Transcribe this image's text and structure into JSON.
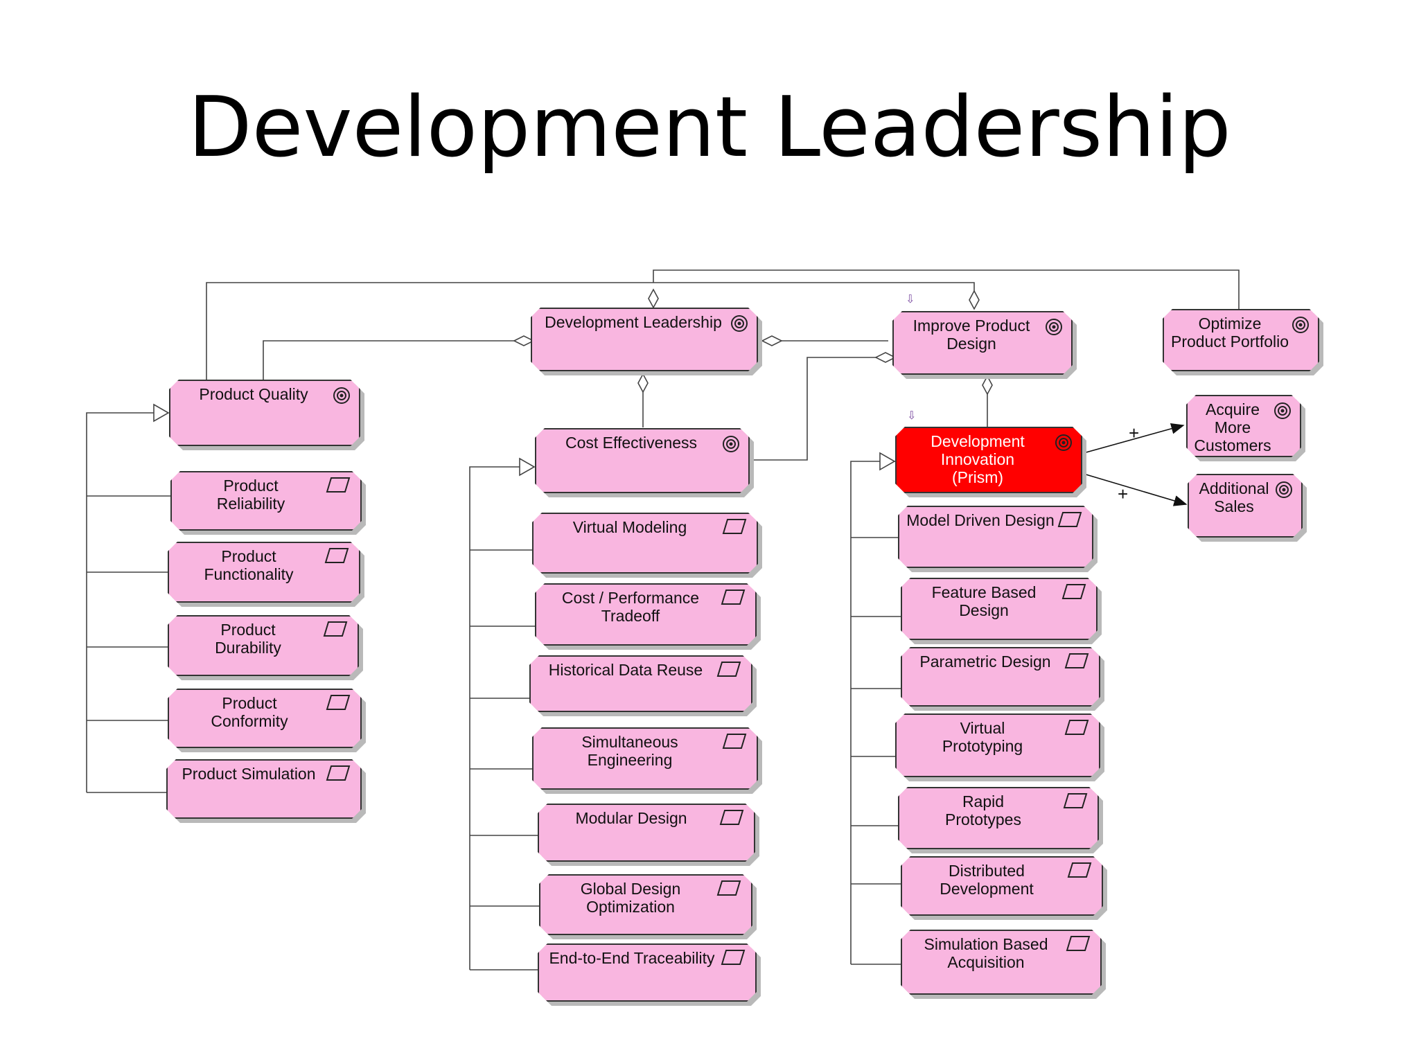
{
  "title": "Development Leadership",
  "colors": {
    "node_fill": "#f9b6e0",
    "node_highlight": "#ff0000",
    "line": "#444444"
  },
  "nodes": [
    {
      "id": "development-leadership",
      "label": "Development Leadership",
      "icon": "goal-icon"
    },
    {
      "id": "improve-product-design",
      "label": "Improve Product\nDesign",
      "icon": "goal-icon"
    },
    {
      "id": "optimize-product-portfolio",
      "label": "Optimize\nProduct Portfolio",
      "icon": "goal-icon"
    },
    {
      "id": "product-quality",
      "label": "Product Quality",
      "icon": "goal-icon"
    },
    {
      "id": "cost-effectiveness",
      "label": "Cost Effectiveness",
      "icon": "goal-icon"
    },
    {
      "id": "development-innovation",
      "label": "Development\nInnovation\n(Prism)",
      "icon": "goal-icon"
    },
    {
      "id": "acquire-more-customers",
      "label": "Acquire\nMore\nCustomers",
      "icon": "goal-icon"
    },
    {
      "id": "additional-sales",
      "label": "Additional\nSales",
      "icon": "goal-icon"
    },
    {
      "id": "product-reliability",
      "label": "Product\nReliability",
      "icon": "requirement-icon"
    },
    {
      "id": "product-functionality",
      "label": "Product\nFunctionality",
      "icon": "requirement-icon"
    },
    {
      "id": "product-durability",
      "label": "Product\nDurability",
      "icon": "requirement-icon"
    },
    {
      "id": "product-conformity",
      "label": "Product\nConformity",
      "icon": "requirement-icon"
    },
    {
      "id": "product-simulation",
      "label": "Product Simulation",
      "icon": "requirement-icon"
    },
    {
      "id": "virtual-modeling",
      "label": "Virtual Modeling",
      "icon": "requirement-icon"
    },
    {
      "id": "cost-performance-tradeoff",
      "label": "Cost / Performance\nTradeoff",
      "icon": "requirement-icon"
    },
    {
      "id": "historical-data-reuse",
      "label": "Historical Data Reuse",
      "icon": "requirement-icon"
    },
    {
      "id": "simultaneous-engineering",
      "label": "Simultaneous\nEngineering",
      "icon": "requirement-icon"
    },
    {
      "id": "modular-design",
      "label": "Modular Design",
      "icon": "requirement-icon"
    },
    {
      "id": "global-design-optimization",
      "label": "Global Design\nOptimization",
      "icon": "requirement-icon"
    },
    {
      "id": "end-to-end-traceability",
      "label": "End-to-End Traceability",
      "icon": "requirement-icon"
    },
    {
      "id": "model-driven-design",
      "label": "Model Driven Design",
      "icon": "requirement-icon"
    },
    {
      "id": "feature-based-design",
      "label": "Feature Based\nDesign",
      "icon": "requirement-icon"
    },
    {
      "id": "parametric-design",
      "label": "Parametric Design",
      "icon": "requirement-icon"
    },
    {
      "id": "virtual-prototyping",
      "label": "Virtual\nPrototyping",
      "icon": "requirement-icon"
    },
    {
      "id": "rapid-prototypes",
      "label": "Rapid\nPrototypes",
      "icon": "requirement-icon"
    },
    {
      "id": "distributed-development",
      "label": "Distributed\nDevelopment",
      "icon": "requirement-icon"
    },
    {
      "id": "simulation-based-acquisition",
      "label": "Simulation Based\nAcquisition",
      "icon": "requirement-icon"
    }
  ],
  "edge_labels": {
    "acquire": "+",
    "sales": "+"
  }
}
